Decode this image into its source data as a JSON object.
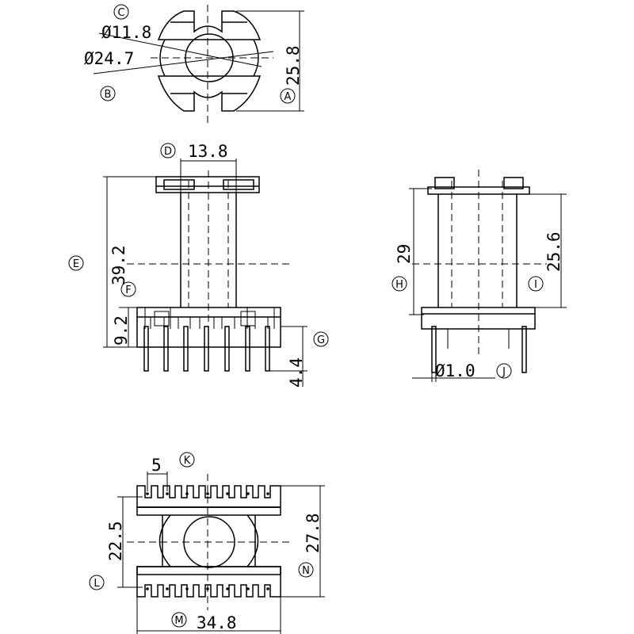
{
  "dimensions": {
    "top_phi_inner": "11.8",
    "top_phi_outer": "24.7",
    "top_height": "25.8",
    "front_top_width": "13.8",
    "front_total_height": "39.2",
    "front_base_height": "9.2",
    "front_pin_length": "4.4",
    "side_height": "29",
    "side_winding_height": "25.6",
    "side_pin_diameter": "1.0",
    "bottom_pitch": "5",
    "bottom_inner_span": "22.5",
    "bottom_outer_span": "27.8",
    "bottom_width": "34.8"
  },
  "phi_symbol": "Ø",
  "callouts": {
    "A": "A",
    "B": "B",
    "C": "C",
    "D": "D",
    "E": "E",
    "F": "F",
    "G": "G",
    "H": "H",
    "I": "I",
    "J": "J",
    "K": "K",
    "L": "L",
    "M": "M",
    "N": "N"
  }
}
